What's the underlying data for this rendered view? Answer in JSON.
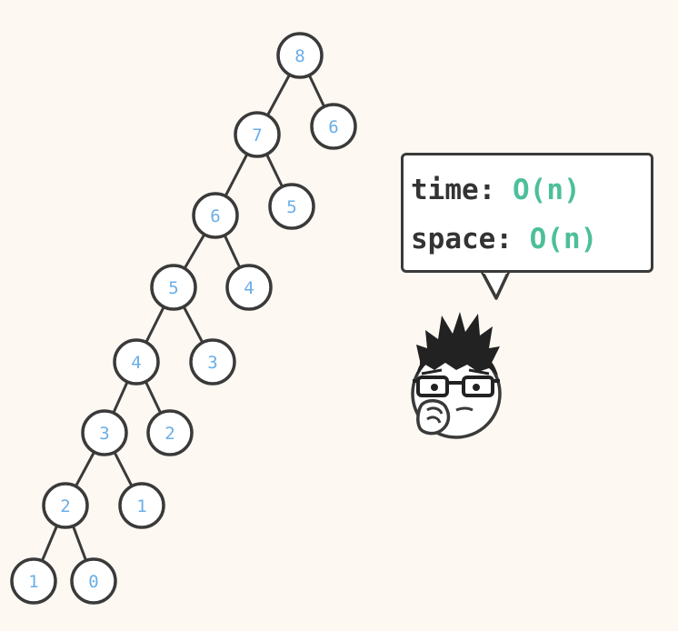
{
  "complexity": {
    "time_label": "time:",
    "time_value": "O(n)",
    "space_label": "space:",
    "space_value": "O(n)"
  },
  "tree": {
    "nodes": [
      {
        "id": "a",
        "label": "8"
      },
      {
        "id": "b",
        "label": "6"
      },
      {
        "id": "c",
        "label": "7"
      },
      {
        "id": "d",
        "label": "5"
      },
      {
        "id": "e",
        "label": "6"
      },
      {
        "id": "f",
        "label": "4"
      },
      {
        "id": "g",
        "label": "5"
      },
      {
        "id": "h",
        "label": "3"
      },
      {
        "id": "i",
        "label": "4"
      },
      {
        "id": "j",
        "label": "2"
      },
      {
        "id": "k",
        "label": "3"
      },
      {
        "id": "l",
        "label": "1"
      },
      {
        "id": "m",
        "label": "2"
      },
      {
        "id": "n",
        "label": "1"
      },
      {
        "id": "o",
        "label": "0"
      }
    ]
  }
}
